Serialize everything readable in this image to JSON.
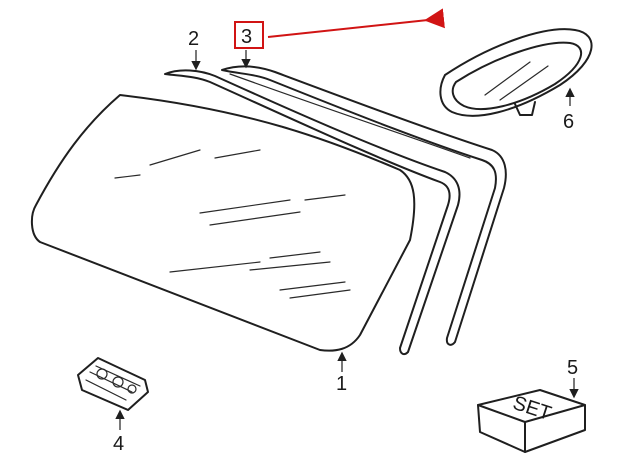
{
  "callouts": {
    "windshield": "1",
    "upper_molding": "2",
    "side_molding": "3",
    "clip": "4",
    "kit": "5",
    "mirror": "6"
  },
  "kit_label": "SET",
  "highlight": {
    "part": "3",
    "color": "#d11414"
  }
}
